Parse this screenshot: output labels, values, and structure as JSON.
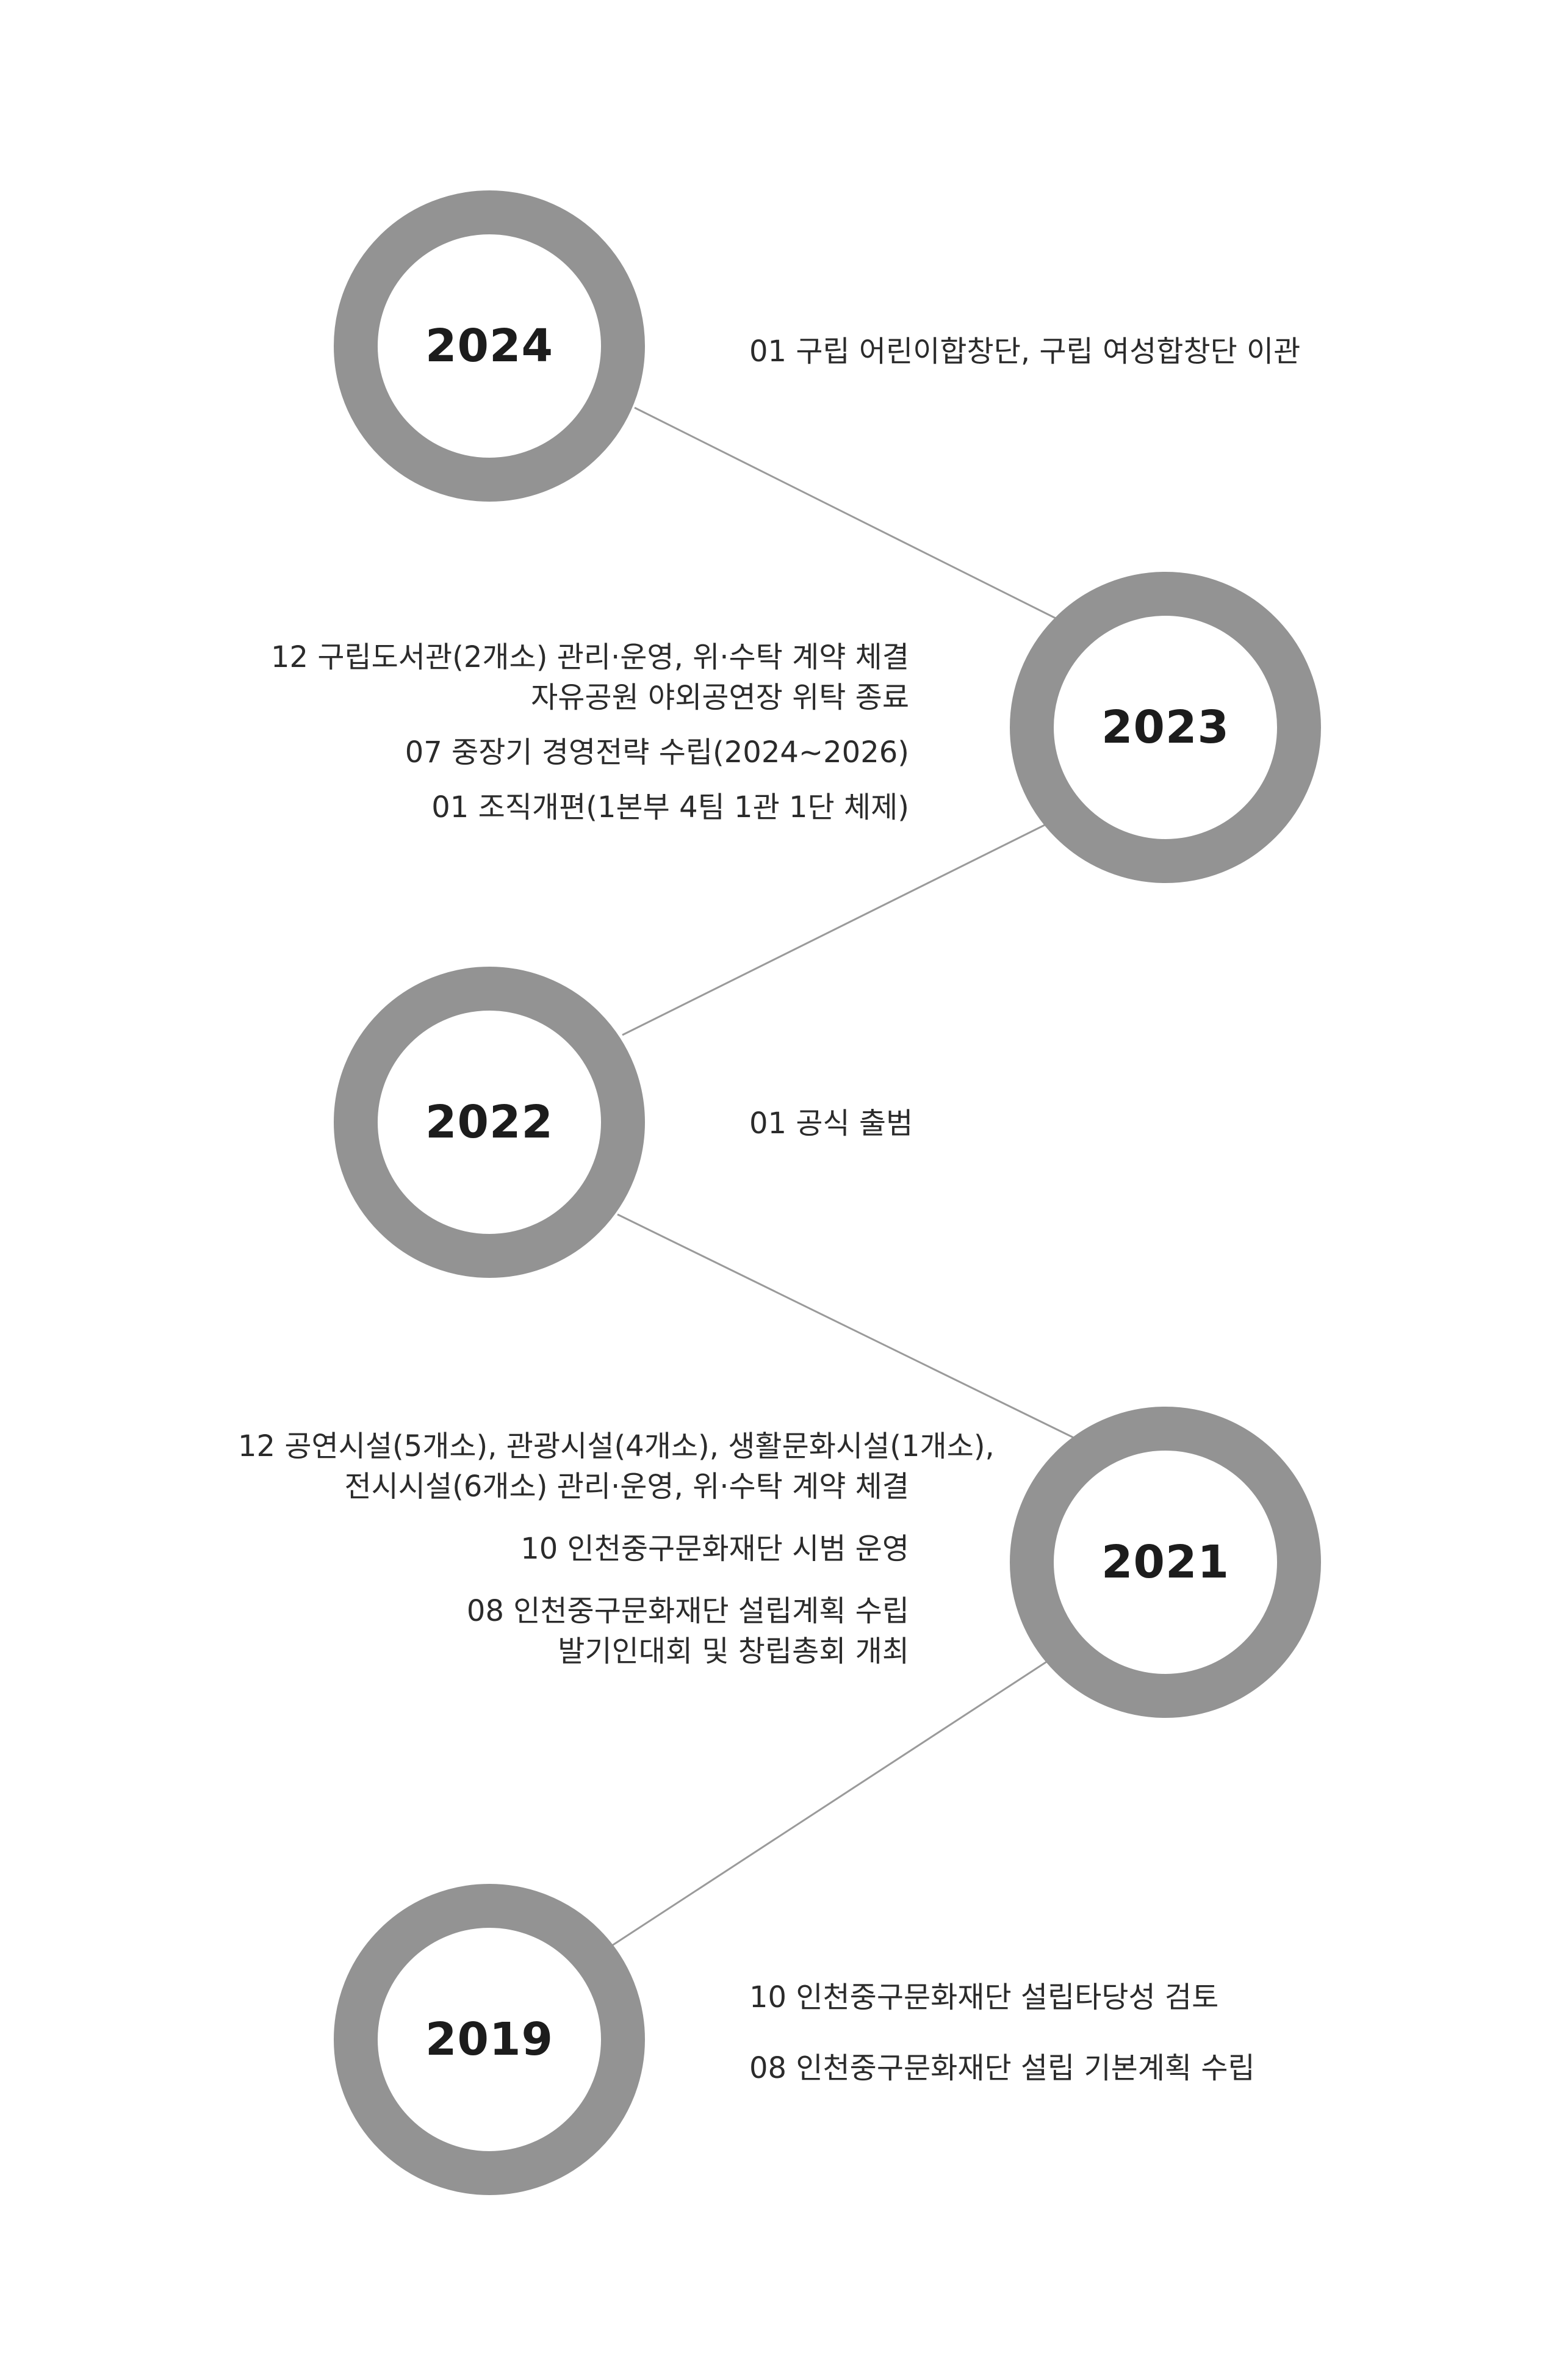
{
  "timeline": [
    {
      "year": "2024",
      "side": "right",
      "events": [
        {
          "lines": [
            "01  구립 어린이합창단, 구립 여성합창단 이관"
          ]
        }
      ]
    },
    {
      "year": "2023",
      "side": "left",
      "events": [
        {
          "lines": [
            "12 구립도서관(2개소) 관리·운영, 위·수탁 계약 체결",
            "자유공원 야외공연장 위탁 종료"
          ]
        },
        {
          "lines": [
            "07 중장기 경영전략 수립(2024~2026)"
          ]
        },
        {
          "lines": [
            "01 조직개편(1본부 4팀 1관 1단 체제)"
          ]
        }
      ]
    },
    {
      "year": "2022",
      "side": "right",
      "events": [
        {
          "lines": [
            "01  공식 출범"
          ]
        }
      ]
    },
    {
      "year": "2021",
      "side": "left",
      "events": [
        {
          "lines": [
            "12 공연시설(5개소), 관광시설(4개소), 생활문화시설(1개소),",
            "전시시설(6개소)  관리·운영, 위·수탁 계약 체결"
          ]
        },
        {
          "lines": [
            "10 인천중구문화재단 시범 운영"
          ]
        },
        {
          "lines": [
            "08 인천중구문화재단 설립계획 수립",
            "발기인대회 및 창립총회 개최"
          ]
        }
      ]
    },
    {
      "year": "2019",
      "side": "right",
      "events": [
        {
          "lines": [
            "10  인천중구문화재단 설립타당성 검토"
          ]
        },
        {
          "lines": [
            "08  인천중구문화재단 설립 기본계획 수립"
          ]
        }
      ]
    }
  ]
}
